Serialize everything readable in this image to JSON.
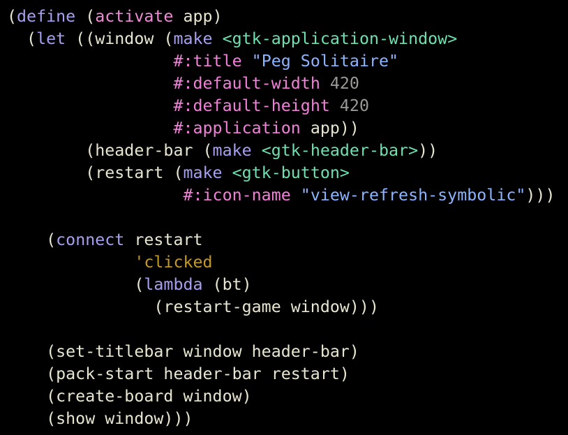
{
  "editor": {
    "colors": {
      "background": "#000000",
      "plain": "#e8e6d0",
      "keyword": "#a6a0f0",
      "fn_name": "#f08bd8",
      "class": "#6fe0b0",
      "keyword_arg": "#f080d8",
      "string": "#8cb4ff",
      "number": "#9a9a94",
      "symbol": "#c49a20"
    },
    "lines": [
      [
        {
          "t": "plain",
          "v": "("
        },
        {
          "t": "keyword",
          "v": "define"
        },
        {
          "t": "plain",
          "v": " ("
        },
        {
          "t": "fn-name",
          "v": "activate"
        },
        {
          "t": "plain",
          "v": " app)"
        }
      ],
      [
        {
          "t": "plain",
          "v": "  ("
        },
        {
          "t": "keyword",
          "v": "let"
        },
        {
          "t": "plain",
          "v": " ((window ("
        },
        {
          "t": "keyword",
          "v": "make"
        },
        {
          "t": "plain",
          "v": " "
        },
        {
          "t": "class",
          "v": "<gtk-application-window>"
        }
      ],
      [
        {
          "t": "plain",
          "v": "                 "
        },
        {
          "t": "keyword-arg",
          "v": "#:title"
        },
        {
          "t": "plain",
          "v": " "
        },
        {
          "t": "string",
          "v": "\"Peg Solitaire\""
        }
      ],
      [
        {
          "t": "plain",
          "v": "                 "
        },
        {
          "t": "keyword-arg",
          "v": "#:default-width"
        },
        {
          "t": "plain",
          "v": " "
        },
        {
          "t": "number",
          "v": "420"
        }
      ],
      [
        {
          "t": "plain",
          "v": "                 "
        },
        {
          "t": "keyword-arg",
          "v": "#:default-height"
        },
        {
          "t": "plain",
          "v": " "
        },
        {
          "t": "number",
          "v": "420"
        }
      ],
      [
        {
          "t": "plain",
          "v": "                 "
        },
        {
          "t": "keyword-arg",
          "v": "#:application"
        },
        {
          "t": "plain",
          "v": " app))"
        }
      ],
      [
        {
          "t": "plain",
          "v": "        (header-bar ("
        },
        {
          "t": "keyword",
          "v": "make"
        },
        {
          "t": "plain",
          "v": " "
        },
        {
          "t": "class",
          "v": "<gtk-header-bar>"
        },
        {
          "t": "plain",
          "v": "))"
        }
      ],
      [
        {
          "t": "plain",
          "v": "        (restart ("
        },
        {
          "t": "keyword",
          "v": "make"
        },
        {
          "t": "plain",
          "v": " "
        },
        {
          "t": "class",
          "v": "<gtk-button>"
        }
      ],
      [
        {
          "t": "plain",
          "v": "                  "
        },
        {
          "t": "keyword-arg",
          "v": "#:icon-name"
        },
        {
          "t": "plain",
          "v": " "
        },
        {
          "t": "string",
          "v": "\"view-refresh-symbolic\""
        },
        {
          "t": "plain",
          "v": ")))"
        }
      ],
      [],
      [
        {
          "t": "plain",
          "v": "    ("
        },
        {
          "t": "keyword",
          "v": "connect"
        },
        {
          "t": "plain",
          "v": " restart"
        }
      ],
      [
        {
          "t": "plain",
          "v": "             "
        },
        {
          "t": "symbol",
          "v": "'clicked"
        }
      ],
      [
        {
          "t": "plain",
          "v": "             ("
        },
        {
          "t": "keyword",
          "v": "lambda"
        },
        {
          "t": "plain",
          "v": " (bt)"
        }
      ],
      [
        {
          "t": "plain",
          "v": "               (restart-game window)))"
        }
      ],
      [],
      [
        {
          "t": "plain",
          "v": "    (set-titlebar window header-bar)"
        }
      ],
      [
        {
          "t": "plain",
          "v": "    (pack-start header-bar restart)"
        }
      ],
      [
        {
          "t": "plain",
          "v": "    (create-board window)"
        }
      ],
      [
        {
          "t": "plain",
          "v": "    (show window)))"
        }
      ]
    ]
  }
}
